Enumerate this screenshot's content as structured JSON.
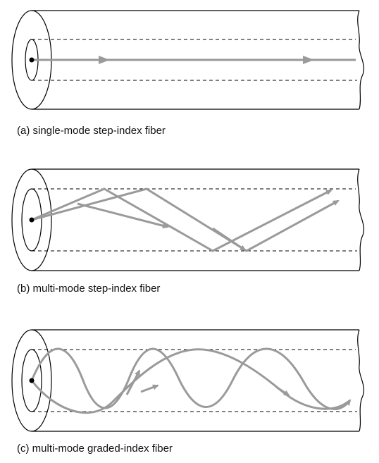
{
  "captions": {
    "a": "(a) single-mode step-index fiber",
    "b": "(b) multi-mode step-index fiber",
    "c": "(c) multi-mode graded-index fiber"
  },
  "colors": {
    "outline": "#000000",
    "ray": "#9a9a9a",
    "source": "#000000"
  }
}
